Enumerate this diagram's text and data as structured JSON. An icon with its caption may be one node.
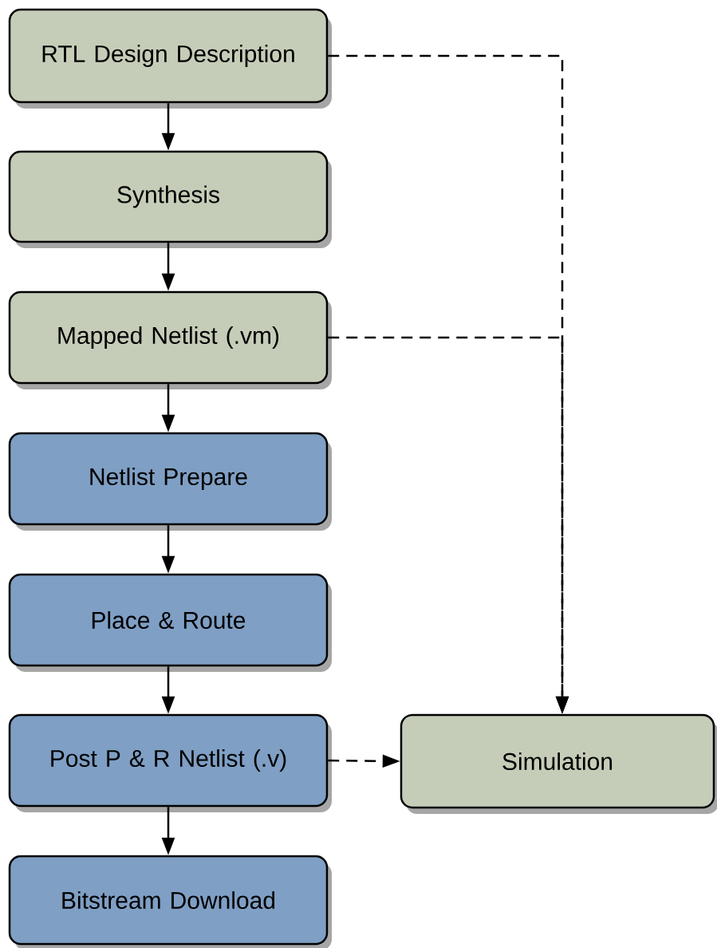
{
  "diagram": {
    "nodes": [
      {
        "text": [
          "RTL Design Description"
        ]
      },
      {
        "text": [
          "Synthesis"
        ]
      },
      {
        "text": [
          "Mapped Netlist (.vm)"
        ]
      },
      {
        "text": [
          "Netlist Prepare"
        ]
      },
      {
        "text": [
          "Place & Route"
        ]
      },
      {
        "text": [
          "Post P & R Netlist (.v)"
        ]
      },
      {
        "text": [
          "Bitstream Download"
        ]
      },
      {
        "text": [
          "Simulation"
        ]
      }
    ],
    "edges": [
      {
        "from": 0,
        "to": 1,
        "arrow": "to"
      },
      {
        "from": 1,
        "to": 2,
        "arrow": "to"
      },
      {
        "from": 2,
        "to": 3,
        "arrow": "to"
      },
      {
        "from": 3,
        "to": 4,
        "arrow": "to"
      },
      {
        "from": 4,
        "to": 5,
        "arrow": "to"
      },
      {
        "from": 5,
        "to": 6,
        "arrow": "to"
      },
      {
        "from": 0,
        "to": 7,
        "arrow": "to",
        "style": "dashed"
      },
      {
        "from": 2,
        "to": 7,
        "arrow": "to",
        "style": "dashed"
      },
      {
        "from": 5,
        "to": 7,
        "arrow": "to",
        "style": "dashed"
      }
    ]
  }
}
